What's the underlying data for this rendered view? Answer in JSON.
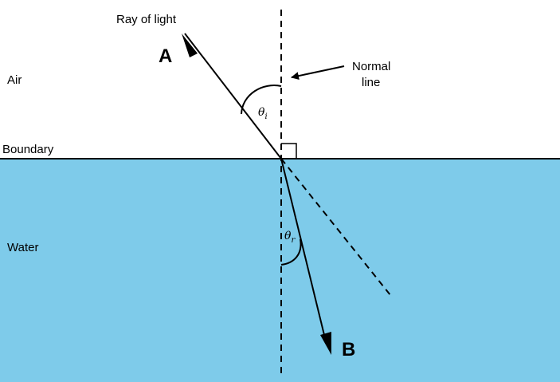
{
  "labels": {
    "ray": "Ray of light",
    "point_a": "A",
    "point_b": "B",
    "air": "Air",
    "water": "Water",
    "boundary": "Boundary",
    "normal_line_1": "Normal",
    "normal_line_2": "line",
    "theta_symbol": "θ",
    "incidence_sub": "i",
    "refraction_sub": "r"
  },
  "colors": {
    "water": "#7ecbea",
    "line": "#000000"
  }
}
